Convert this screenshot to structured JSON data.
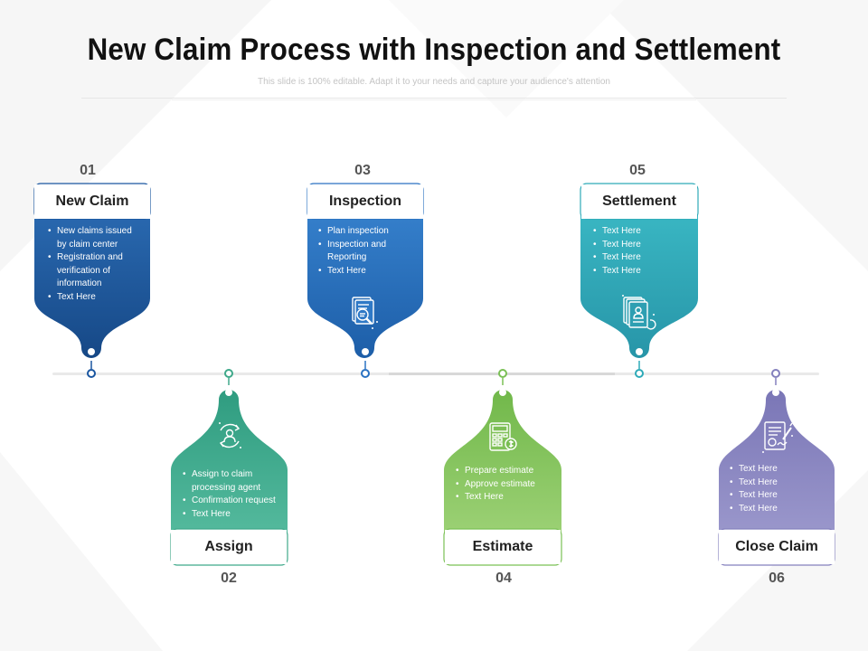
{
  "title": "New Claim Process with Inspection and Settlement",
  "subtitle": "This slide is 100% editable. Adapt it to your needs and capture your audience's attention",
  "steps": [
    {
      "number": "01",
      "label": "New Claim",
      "bullets": [
        "New claims issued by claim center",
        "Registration and verification of information",
        "Text Here"
      ],
      "color": "#1a56a0",
      "icon": "none"
    },
    {
      "number": "02",
      "label": "Assign",
      "bullets": [
        "Assign to claim processing agent",
        "Confirmation request",
        "Text Here"
      ],
      "color": "#3fa98a",
      "icon": "agent-cycle-icon"
    },
    {
      "number": "03",
      "label": "Inspection",
      "bullets": [
        "Plan inspection",
        "Inspection and Reporting",
        "Text Here"
      ],
      "color": "#2a72c2",
      "icon": "document-magnifier-icon"
    },
    {
      "number": "04",
      "label": "Estimate",
      "bullets": [
        "Prepare estimate",
        "Approve estimate",
        "Text Here"
      ],
      "color": "#7ac055",
      "icon": "calculator-icon"
    },
    {
      "number": "05",
      "label": "Settlement",
      "bullets": [
        "Text Here",
        "Text Here",
        "Text Here",
        "Text Here"
      ],
      "color": "#2eaab8",
      "icon": "id-documents-icon"
    },
    {
      "number": "06",
      "label": "Close Claim",
      "bullets": [
        "Text Here",
        "Text Here",
        "Text Here",
        "Text Here"
      ],
      "color": "#8480bd",
      "icon": "signed-document-icon"
    }
  ]
}
